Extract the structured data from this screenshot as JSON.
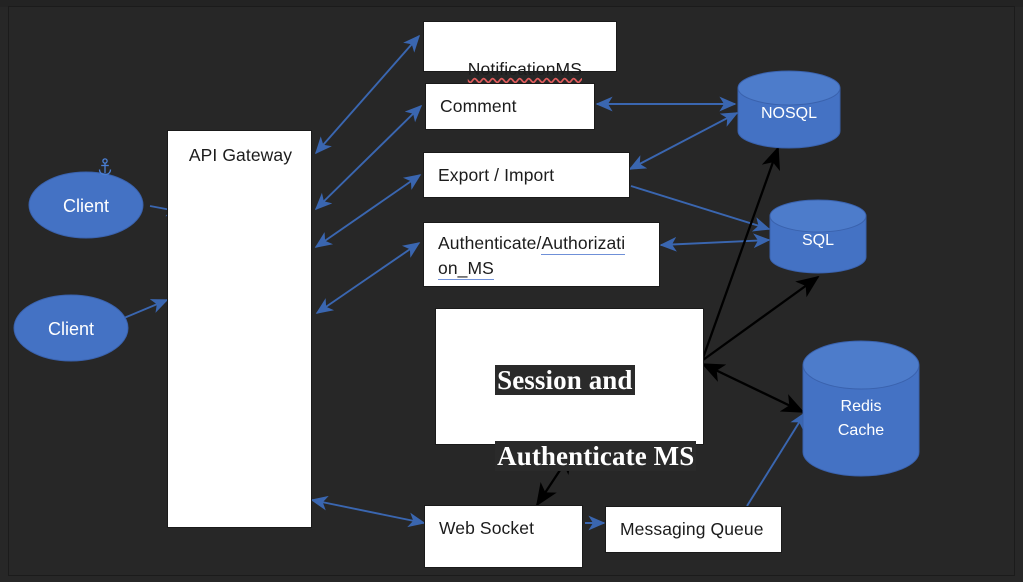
{
  "diagram": {
    "title": "Microservices Architecture Diagram",
    "background_color": "#272727",
    "accent_blue": "#4472C4",
    "arrow_blue": "#3a66b0",
    "arrow_black": "#000000",
    "box_fill": "#ffffff",
    "clients": [
      {
        "label": "Client"
      },
      {
        "label": "Client"
      }
    ],
    "gateway": {
      "label": "API Gateway"
    },
    "services": [
      {
        "label": "NotificationMS",
        "spellcheck": "red-wavy"
      },
      {
        "label": "Comment",
        "spellcheck": "none"
      },
      {
        "label": "Export / Import",
        "spellcheck": "none"
      },
      {
        "label_part_1": "Authenticate/",
        "label_part_2": "Authorizati",
        "label_part_3": "on_MS",
        "spellcheck": "blue-underline"
      }
    ],
    "session_service": {
      "line1": "Session and",
      "line2": "Authenticate MS"
    },
    "web_socket": {
      "label": "Web Socket"
    },
    "messaging_queue": {
      "label": "Messaging Queue"
    },
    "datastores": [
      {
        "label": "NOSQL"
      },
      {
        "label": "SQL"
      },
      {
        "label_line1": "Redis",
        "label_line2": "Cache"
      }
    ],
    "anchor_icon": "anchor-icon",
    "connections": [
      {
        "from": "Client 1",
        "to": "API Gateway",
        "style": "blue",
        "heads": "one"
      },
      {
        "from": "Client 2",
        "to": "API Gateway",
        "style": "blue",
        "heads": "one"
      },
      {
        "from": "API Gateway",
        "to": "NotificationMS",
        "style": "blue",
        "heads": "both"
      },
      {
        "from": "API Gateway",
        "to": "Comment",
        "style": "blue",
        "heads": "both"
      },
      {
        "from": "API Gateway",
        "to": "Export / Import",
        "style": "blue",
        "heads": "both"
      },
      {
        "from": "API Gateway",
        "to": "Authenticate/Authorization_MS",
        "style": "blue",
        "heads": "both"
      },
      {
        "from": "Comment",
        "to": "NOSQL",
        "style": "blue",
        "heads": "both"
      },
      {
        "from": "Export / Import",
        "to": "NOSQL",
        "style": "blue",
        "heads": "both"
      },
      {
        "from": "Export / Import",
        "to": "SQL",
        "style": "blue",
        "heads": "one"
      },
      {
        "from": "Authenticate/Authorization_MS",
        "to": "SQL",
        "style": "blue",
        "heads": "both"
      },
      {
        "from": "Session and Authenticate MS",
        "to": "NOSQL",
        "style": "black",
        "heads": "one"
      },
      {
        "from": "Session and Authenticate MS",
        "to": "SQL",
        "style": "black",
        "heads": "one"
      },
      {
        "from": "Session and Authenticate MS",
        "to": "Redis Cache",
        "style": "black",
        "heads": "both"
      },
      {
        "from": "API Gateway",
        "to": "Web Socket",
        "style": "blue",
        "heads": "both"
      },
      {
        "from": "Web Socket",
        "to": "Session and Authenticate MS",
        "style": "black",
        "heads": "both"
      },
      {
        "from": "Web Socket",
        "to": "Messaging Queue",
        "style": "blue",
        "heads": "one"
      },
      {
        "from": "Messaging Queue",
        "to": "Redis Cache",
        "style": "blue",
        "heads": "one"
      }
    ]
  }
}
